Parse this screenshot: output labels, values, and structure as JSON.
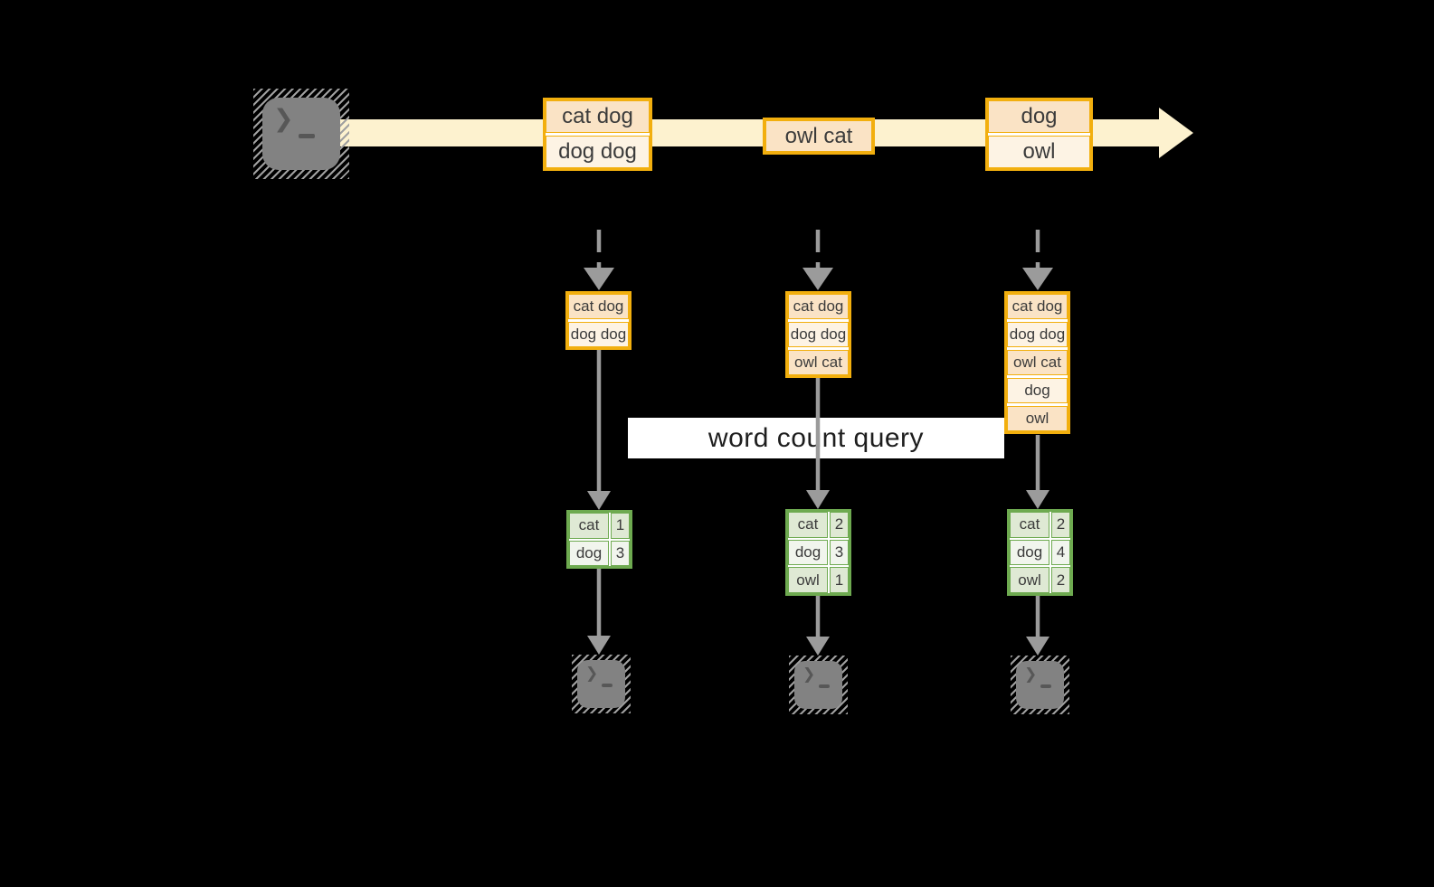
{
  "query": {
    "label": "word count query"
  },
  "stream": {
    "events": [
      {
        "lines": [
          "cat dog",
          "dog dog"
        ]
      },
      {
        "lines": [
          "owl cat"
        ]
      },
      {
        "lines": [
          "dog",
          "owl"
        ]
      }
    ]
  },
  "columns": [
    {
      "buffer": [
        "cat dog",
        "dog dog"
      ],
      "counts": [
        {
          "word": "cat",
          "count": "1"
        },
        {
          "word": "dog",
          "count": "3"
        }
      ]
    },
    {
      "buffer": [
        "cat dog",
        "dog dog",
        "owl cat"
      ],
      "counts": [
        {
          "word": "cat",
          "count": "2"
        },
        {
          "word": "dog",
          "count": "3"
        },
        {
          "word": "owl",
          "count": "1"
        }
      ]
    },
    {
      "buffer": [
        "cat dog",
        "dog dog",
        "owl cat",
        "dog",
        "owl"
      ],
      "counts": [
        {
          "word": "cat",
          "count": "2"
        },
        {
          "word": "dog",
          "count": "4"
        },
        {
          "word": "owl",
          "count": "2"
        }
      ]
    }
  ],
  "icons": {
    "terminal_prompt": "❯"
  },
  "colors": {
    "accent_gold": "#F2AF0E",
    "fill_peach": "#FAE3C5",
    "fill_cream": "#FDF3E4",
    "stream_band": "#FDF2CF",
    "green_border": "#6EAA50",
    "green_fill_dark": "#DFE9D4",
    "green_fill_light": "#F1F5ED",
    "arrow_gray": "#9B9B9B",
    "terminal_gray": "#828282",
    "text": "#3B3B3B"
  }
}
